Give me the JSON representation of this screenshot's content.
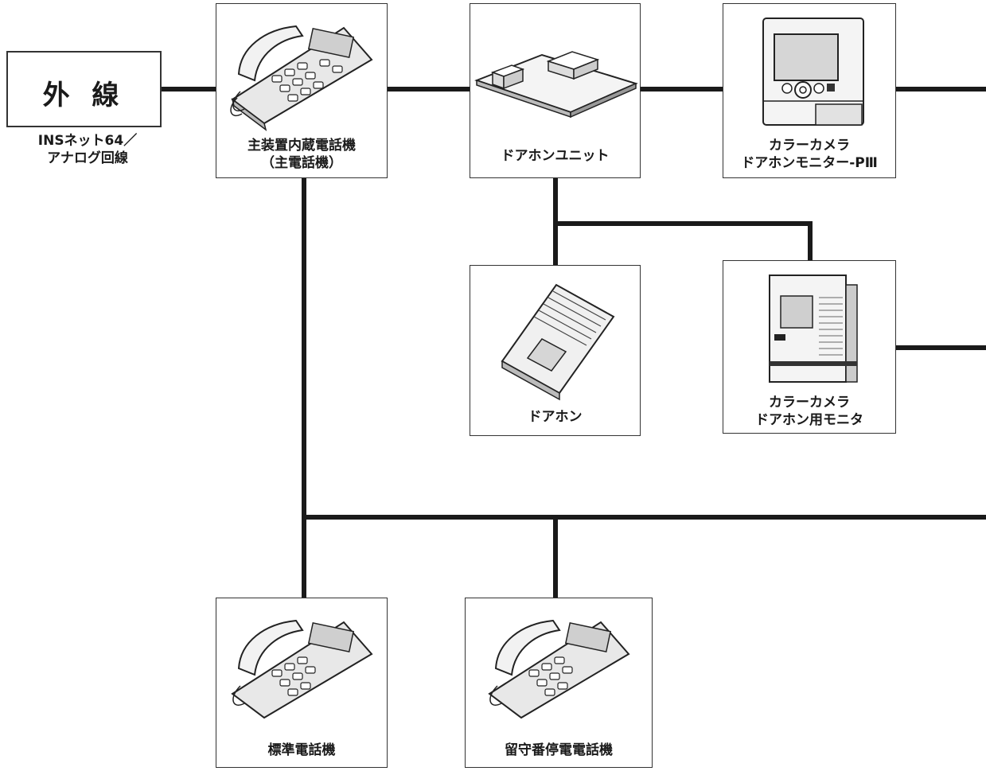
{
  "external_line": {
    "title": "外 線",
    "subtitle": "INSネット64／\nアナログ回線"
  },
  "devices": {
    "main_phone": "主装置内蔵電話機\n（主電話機）",
    "door_unit": "ドアホンユニット",
    "camera_monitor_p3": "カラーカメラ\nドアホンモニター-PⅢ",
    "door_phone": "ドアホン",
    "camera_monitor": "カラーカメラ\nドアホン用モニタ",
    "standard_phone": "標準電話機",
    "answering_phone": "留守番停電電話機"
  },
  "colors": {
    "wire": "#1a1a1a",
    "border": "#333333"
  }
}
